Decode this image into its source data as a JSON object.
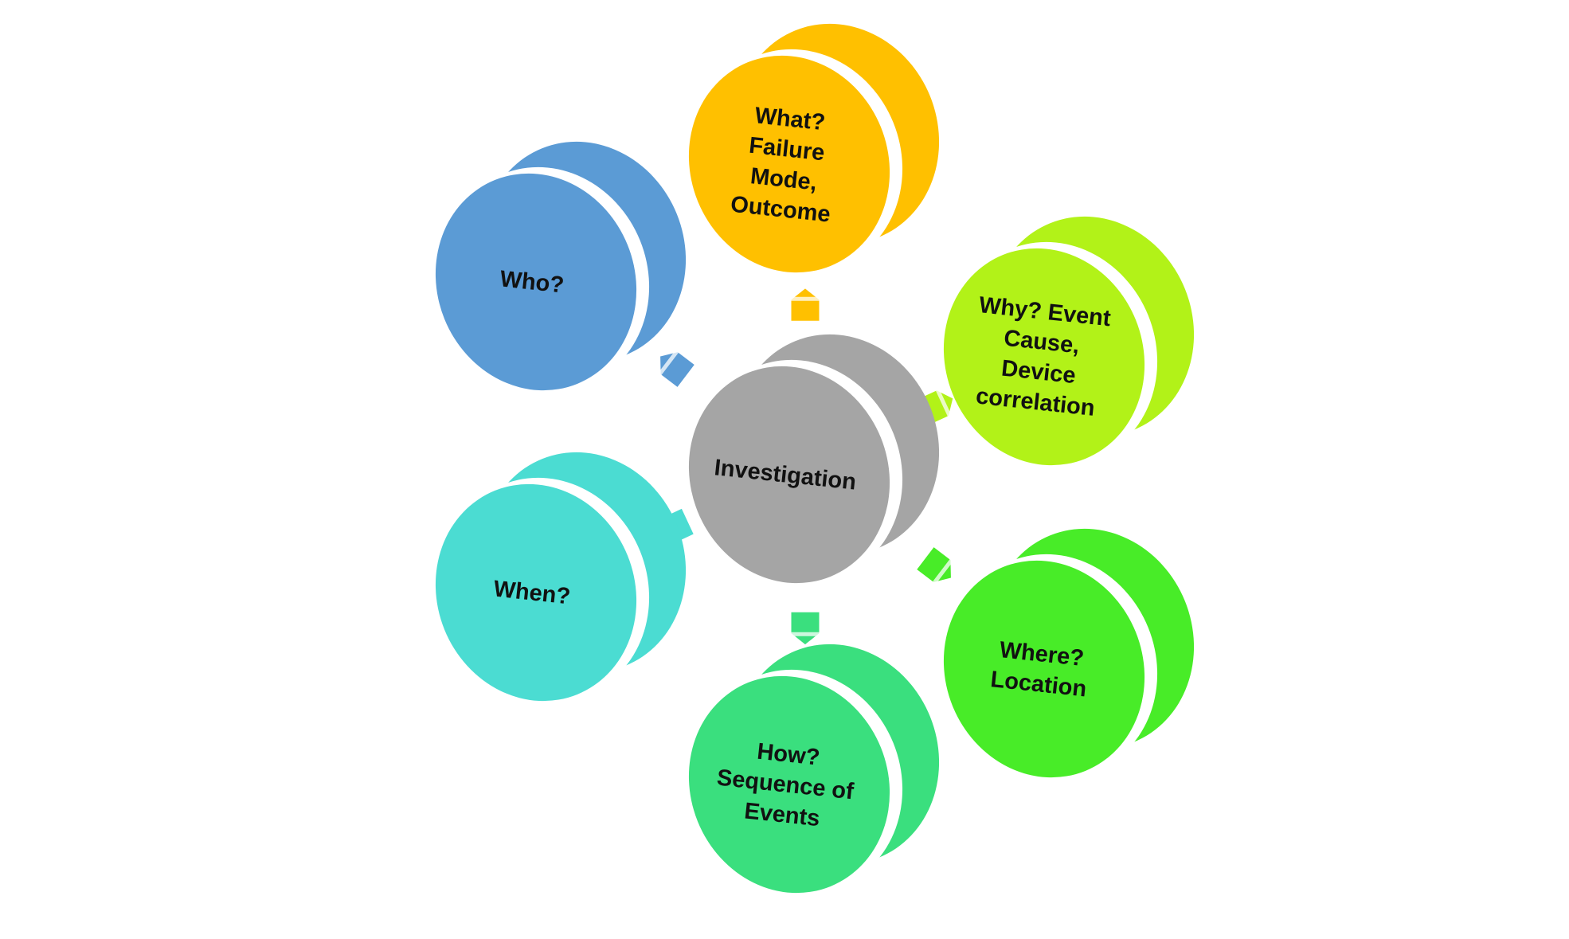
{
  "title": "Investigation",
  "center": {
    "label": [
      "Investigation"
    ],
    "color": "#A5A5A5"
  },
  "nodes": [
    {
      "id": "what",
      "label": [
        "What?",
        "Failure",
        "Mode,",
        "Outcome"
      ],
      "color": "#FFC000"
    },
    {
      "id": "why",
      "label": [
        "Why? Event",
        "Cause,",
        "Device",
        "correlation"
      ],
      "color": "#B2F218"
    },
    {
      "id": "where",
      "label": [
        "Where?",
        "Location"
      ],
      "color": "#48EC28"
    },
    {
      "id": "how",
      "label": [
        "How?",
        "Sequence of",
        "Events"
      ],
      "color": "#3ADF7E"
    },
    {
      "id": "when",
      "label": [
        "When?"
      ],
      "color": "#4BDCD2"
    },
    {
      "id": "who",
      "label": [
        "Who?"
      ],
      "color": "#5B9BD5"
    }
  ]
}
